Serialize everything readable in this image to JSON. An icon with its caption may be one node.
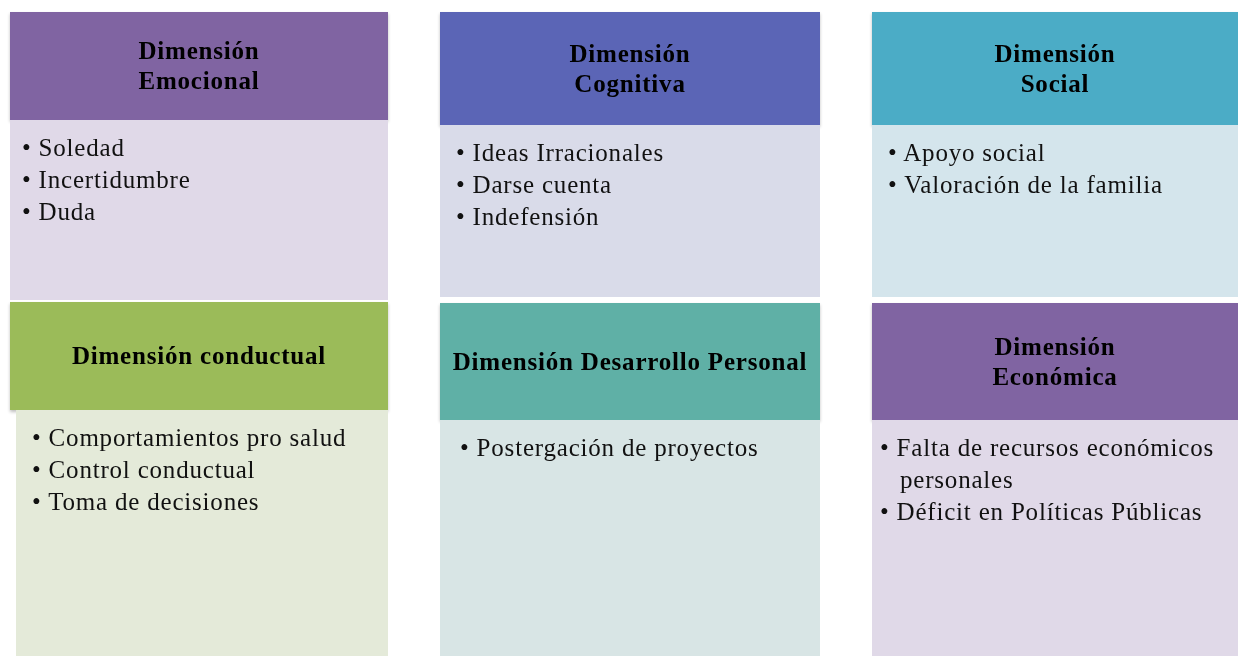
{
  "diagram": {
    "nodes": [
      {
        "text": [
          "Dimensión Emocional"
        ]
      },
      {
        "text": [
          "• Soledad",
          "• Incertidumbre",
          "• Duda"
        ]
      },
      {
        "text": [
          "Dimensión Cognitiva"
        ]
      },
      {
        "text": [
          "• Ideas Irracionales",
          "• Darse cuenta",
          "• Indefensión"
        ]
      },
      {
        "text": [
          "Dimensión Social"
        ]
      },
      {
        "text": [
          "• Apoyo social",
          "• Valoración de la familia"
        ]
      },
      {
        "text": [
          "Dimensión conductual"
        ]
      },
      {
        "text": [
          "• Comportamientos pro salud",
          "• Control conductual",
          "• Toma de decisiones"
        ]
      },
      {
        "text": [
          "Dimensión Desarrollo Personal"
        ]
      },
      {
        "text": [
          "• Postergación de proyectos"
        ]
      },
      {
        "text": [
          "Dimensión Económica"
        ]
      },
      {
        "text": [
          "• Falta de recursos económicos personales",
          "• Déficit en Políticas Públicas"
        ]
      }
    ]
  }
}
